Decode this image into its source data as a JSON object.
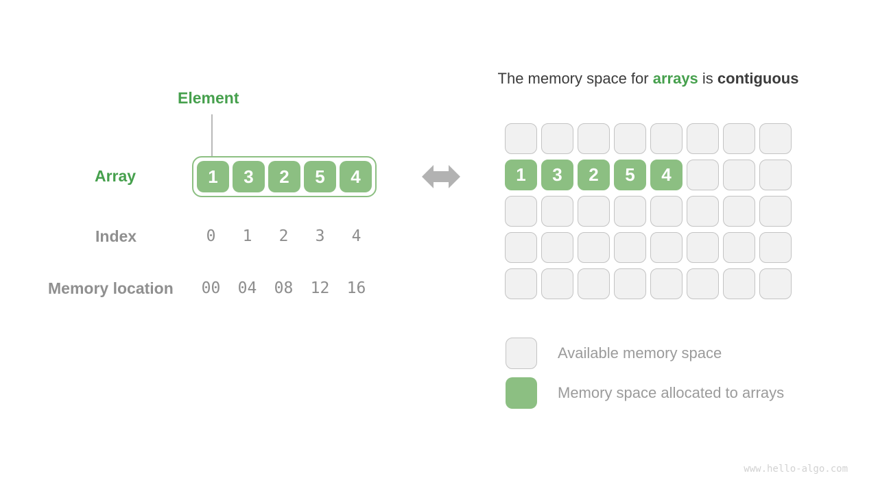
{
  "colors": {
    "green_text": "#46a04d",
    "green_cell": "#8cbf82",
    "gray_label": "#8f8f8f",
    "gray_value": "#8d8d8d",
    "title_dark": "#3b3b3b",
    "grid_cell_bg": "#f1f1f1",
    "grid_cell_border": "#c3c3c3",
    "arrow_gray": "#b2b2b2",
    "legend_text": "#9b9b9b",
    "watermark": "#d2d2d2"
  },
  "left_panel": {
    "element_label": "Element",
    "array_label": "Array",
    "array_values": [
      "1",
      "3",
      "2",
      "5",
      "4"
    ],
    "index_label": "Index",
    "index_values": [
      "0",
      "1",
      "2",
      "3",
      "4"
    ],
    "memory_label": "Memory location",
    "memory_values": [
      "00",
      "04",
      "08",
      "12",
      "16"
    ]
  },
  "title": {
    "prefix": "The memory space for ",
    "highlight": "arrays",
    "middle": " is ",
    "bold_suffix": "contiguous"
  },
  "memory_grid": {
    "columns": 8,
    "rows": 5,
    "allocated_row": 1,
    "allocated_values": [
      "1",
      "3",
      "2",
      "5",
      "4"
    ]
  },
  "legend": {
    "items": [
      {
        "type": "available",
        "label": "Available memory space"
      },
      {
        "type": "allocated",
        "label": "Memory space allocated to arrays"
      }
    ]
  },
  "watermark": "www.hello-algo.com"
}
